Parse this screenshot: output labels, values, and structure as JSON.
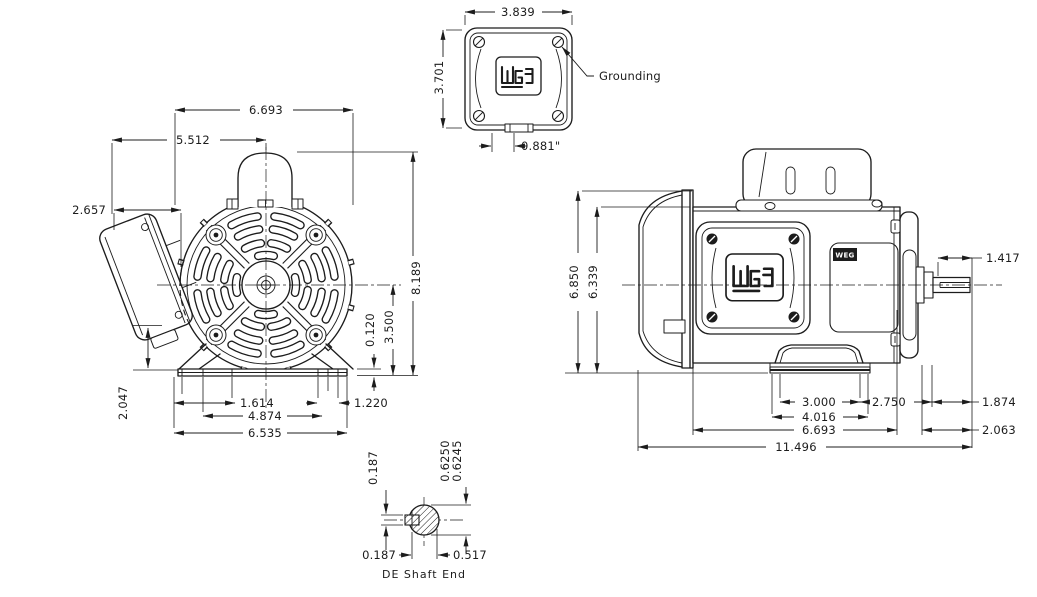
{
  "brand": "WEG",
  "views": {
    "front": {
      "dims": {
        "frame_width": "6.693",
        "box_to_shaft_center": "5.512",
        "box_overhang": "2.657",
        "overall_height": "8.189",
        "shaft_center_height": "3.500",
        "base_plate_thickness": "0.120",
        "box_bottom_to_base": "2.047",
        "slot_to_edge": "1.614",
        "bolt_hole_span": "4.874",
        "base_width": "6.535",
        "slot_offset": "1.220"
      }
    },
    "terminal_box_top": {
      "grounding_label": "Grounding",
      "dims": {
        "box_width": "3.839",
        "box_depth": "3.701",
        "conduit_hole": "0.881\""
      }
    },
    "side": {
      "dims": {
        "overall_height": "6.850",
        "body_height": "6.339",
        "shaft_extension": "1.417",
        "foot_hole_span": "3.000",
        "foot_to_bearing_face": "2.750",
        "bearing_to_shaft_end": "1.874",
        "foot_pad_length": "4.016",
        "frame_length": "6.693",
        "shaft_end_offset": "2.063",
        "overall_length": "11.496"
      }
    },
    "shaft_end": {
      "caption": "DE Shaft End",
      "dims": {
        "key_height": "0.187",
        "shaft_dia_upper": "0.6250",
        "shaft_dia_lower": "0.6245",
        "key_protrusion": "0.187",
        "flat_to_surface": "0.517"
      }
    }
  }
}
